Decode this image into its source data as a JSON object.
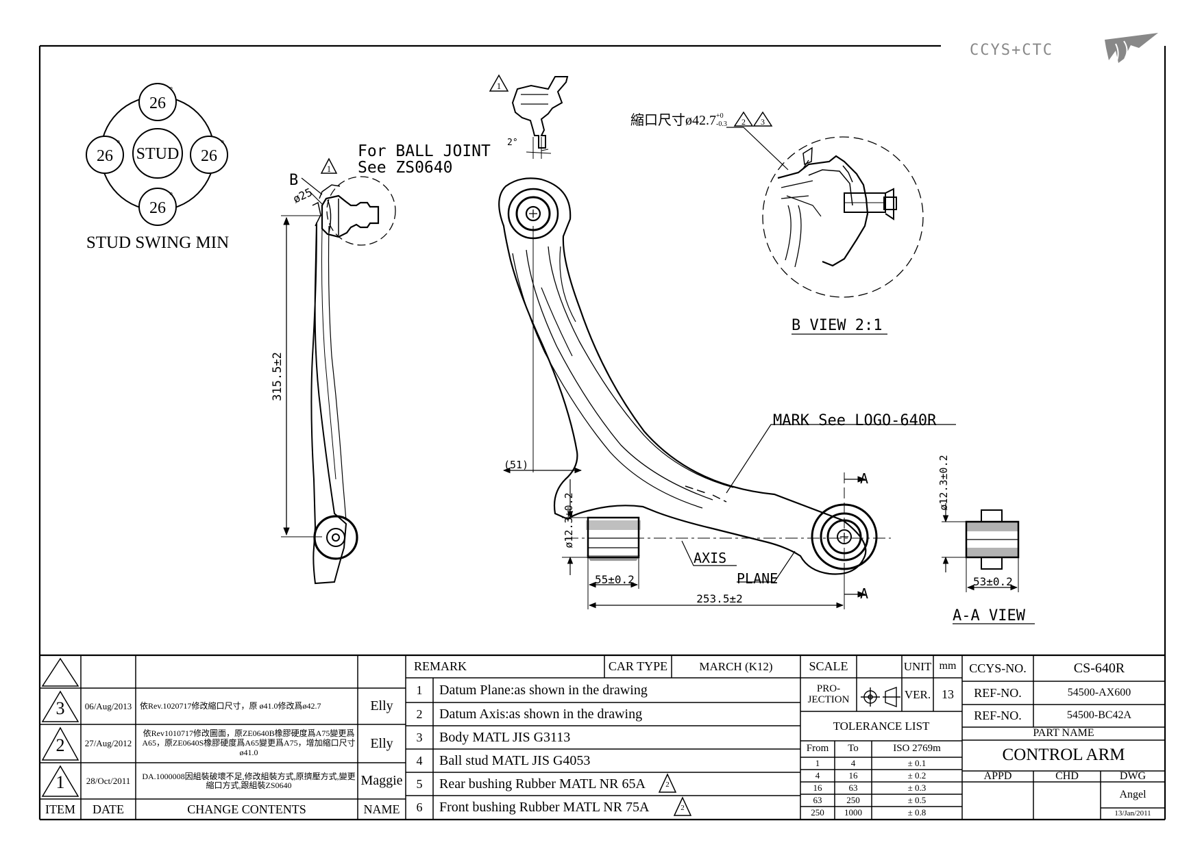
{
  "logo": {
    "text": "CCYS+CTC"
  },
  "drawing": {
    "stud_swing": {
      "center": "STUD",
      "angle": "26",
      "degree": "°",
      "title": "STUD SWING MIN"
    },
    "ball_joint_note_1": "For BALL JOINT",
    "ball_joint_note_2": "See ZS0640",
    "label_b": "B",
    "dim_phi25": "ø25",
    "dim_height": "315.5±2",
    "dim_angle": "2°",
    "crimp_note": "縮口尺寸ø42.7",
    "crimp_tol_upper": "+0",
    "crimp_tol_lower": "-0.3",
    "rev_2": "2",
    "rev_3": "3",
    "rev_1": "1",
    "b_view": "B VIEW 2:1",
    "mark_note": "MARK See LOGO-640R",
    "dim_51": "(51)",
    "dim_bush_dia": "ø12.3±0.2",
    "dim_55": "55±0.2",
    "dim_253": "253.5±2",
    "axis": "AXIS",
    "plane": "PLANE",
    "section_a": "A",
    "dim_aa_dia": "ø12.3±0.2",
    "dim_53": "53±0.2",
    "aa_view": "A-A VIEW"
  },
  "revisions": {
    "headers": {
      "item": "ITEM",
      "date": "DATE",
      "contents": "CHANGE CONTENTS",
      "name": "NAME"
    },
    "rows": [
      {
        "item": "3",
        "date": "06/Aug/2013",
        "contents": "依Rev.1020717修改縮口尺寸，原 ø41.0修改爲ø42.7",
        "name": "Elly"
      },
      {
        "item": "2",
        "date": "27/Aug/2012",
        "contents": "依Rev1010717修改圖面，原ZE0640B橡膠硬度爲A75變更爲A65，原ZE0640S橡膠硬度爲A65變更爲A75，增加縮口尺寸ø41.0",
        "name": "Elly"
      },
      {
        "item": "1",
        "date": "28/Oct/2011",
        "contents": "DA.1000008因組裝破壞不足,修改組裝方式,原擠壓方式,變更縮口方式,跟組裝ZS0640",
        "name": "Maggie"
      }
    ]
  },
  "remarks": {
    "header": "REMARK",
    "car_type_label": "CAR TYPE",
    "car_type_value": "MARCH (K12)",
    "items": [
      {
        "no": "1",
        "text": "Datum Plane:as shown in the drawing",
        "rev": ""
      },
      {
        "no": "2",
        "text": "Datum Axis:as shown in the drawing",
        "rev": ""
      },
      {
        "no": "3",
        "text": "Body MATL JIS G3113",
        "rev": ""
      },
      {
        "no": "4",
        "text": "Ball stud MATL JIS G4053",
        "rev": ""
      },
      {
        "no": "5",
        "text": "Rear bushing Rubber MATL NR 65A",
        "rev": "2"
      },
      {
        "no": "6",
        "text": "Front bushing Rubber MATL NR 75A",
        "rev": "2"
      }
    ]
  },
  "specs": {
    "scale_label": "SCALE",
    "scale_value": "",
    "unit_label": "UNIT",
    "unit_value": "mm",
    "projection_label": "PRO-\nJECTION",
    "ver_label": "VER.",
    "ver_value": "13",
    "tolerance_title": "TOLERANCE LIST",
    "tol_headers": {
      "from": "From",
      "to": "To",
      "iso": "ISO 2769m"
    },
    "tolerances": [
      {
        "from": "1",
        "to": "4",
        "tol": "± 0.1"
      },
      {
        "from": "4",
        "to": "16",
        "tol": "± 0.2"
      },
      {
        "from": "16",
        "to": "63",
        "tol": "± 0.3"
      },
      {
        "from": "63",
        "to": "250",
        "tol": "± 0.5"
      },
      {
        "from": "250",
        "to": "1000",
        "tol": "± 0.8"
      }
    ]
  },
  "part": {
    "ccys_label": "CCYS-NO.",
    "ccys_value": "CS-640R",
    "ref_label": "REF-NO.",
    "ref1": "54500-AX600",
    "ref2": "54500-BC42A",
    "part_name_label": "PART NAME",
    "part_name": "CONTROL ARM",
    "appd": "APPD",
    "chd": "CHD",
    "dwg": "DWG",
    "appd_value": "",
    "chd_value": "",
    "dwg_value": "Angel",
    "date": "13/Jan/2011"
  }
}
